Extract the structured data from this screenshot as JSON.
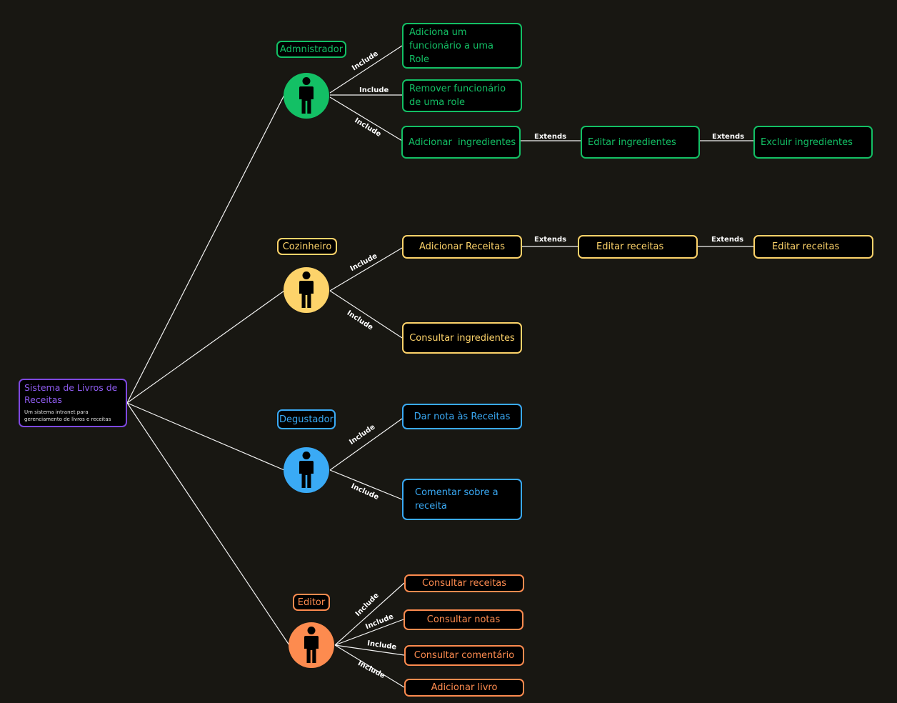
{
  "root": {
    "title": "Sistema de Livros de Receitas",
    "description": "Um sistema intranet para gerenciamento de livros e receitas",
    "color": "#7e48e0"
  },
  "relation_labels": {
    "include": "Include",
    "extends": "Extends"
  },
  "actors": [
    {
      "name": "Admnistrador",
      "color": "#13c065",
      "use_cases": [
        "Adiciona um funcionário a uma Role",
        "Remover funcionário de uma role",
        "Adicionar  ingredientes"
      ],
      "extends_chain": [
        "Editar ingredientes",
        "Excluir ingredientes"
      ]
    },
    {
      "name": "Cozinheiro",
      "color": "#fdd36a",
      "use_cases": [
        "Adicionar Receitas",
        "Consultar ingredientes"
      ],
      "extends_chain": [
        "Editar receitas",
        "Editar receitas"
      ]
    },
    {
      "name": "Degustador",
      "color": "#3aaaf5",
      "use_cases": [
        "Dar nota às Receitas",
        "Comentar sobre a receita"
      ],
      "extends_chain": []
    },
    {
      "name": "Editor",
      "color": "#fd8b4f",
      "use_cases": [
        "Consultar receitas",
        "Consultar notas",
        "Consultar comentário",
        "Adicionar livro"
      ],
      "extends_chain": []
    }
  ]
}
